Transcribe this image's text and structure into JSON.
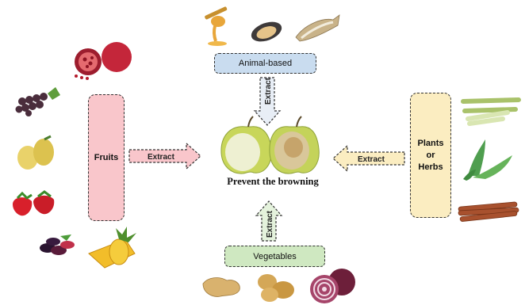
{
  "center": {
    "label": "Prevent the browning",
    "apple_left": "fresh-apple",
    "apple_right": "browned-apple"
  },
  "sources": {
    "fruits": {
      "label": "Fruits",
      "arrow_label": "Extract",
      "images": [
        "pomegranate",
        "grapes",
        "quince",
        "strawberries",
        "mulberries",
        "pineapple"
      ]
    },
    "animal": {
      "label": "Animal-based",
      "arrow_label": "Extract",
      "images": [
        "honey",
        "mussel",
        "fish"
      ]
    },
    "plants": {
      "label": "Plants\nor\nHerbs",
      "arrow_label": "Extract",
      "images": [
        "lemongrass",
        "aloe-vera",
        "cinnamon"
      ]
    },
    "vegetables": {
      "label": "Vegetables",
      "arrow_label": "Extract",
      "images": [
        "ginger",
        "potatoes",
        "red-onion"
      ]
    }
  },
  "colors": {
    "fruits": "#f9c6cb",
    "animal": "#c9dcef",
    "plants": "#fbedc1",
    "vegetables": "#cfe8c1"
  }
}
